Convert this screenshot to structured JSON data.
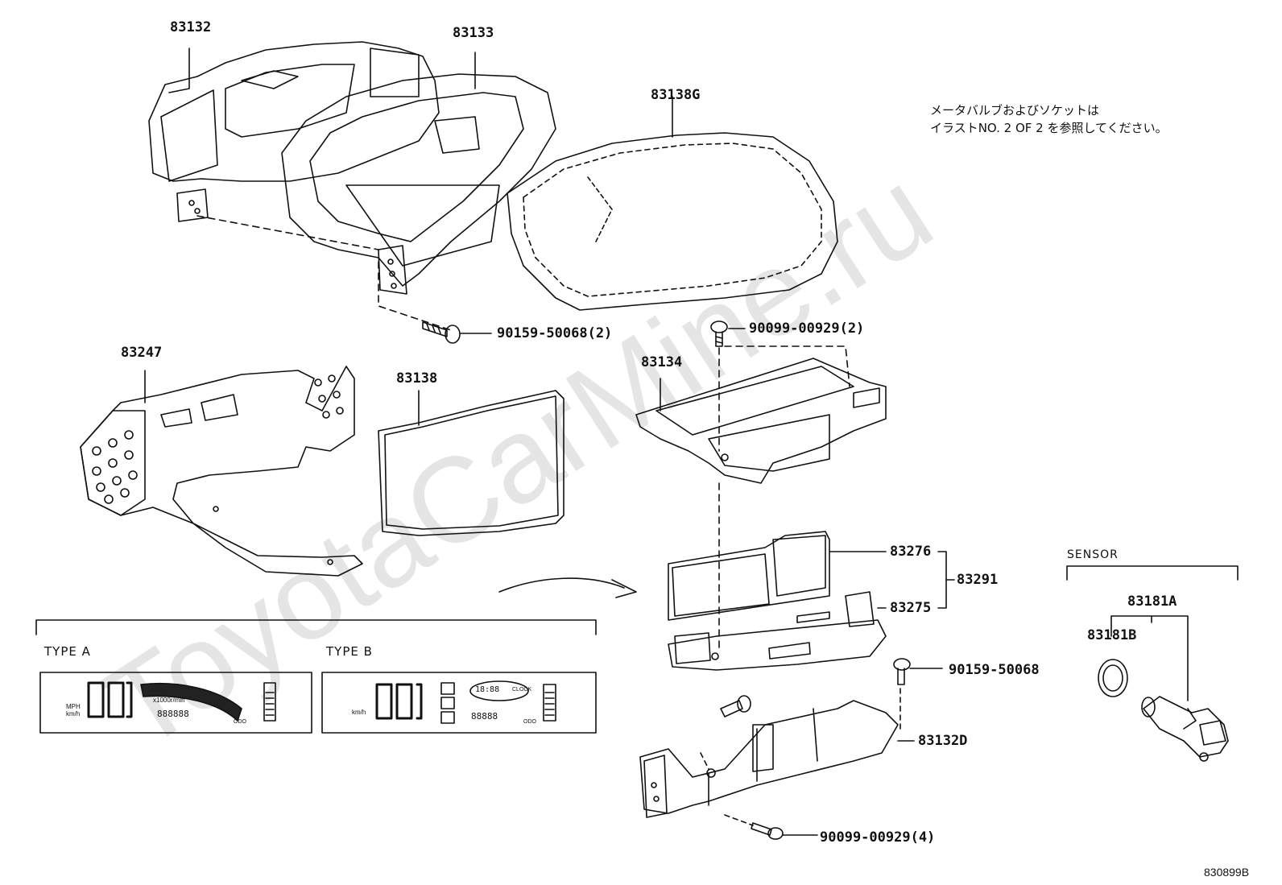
{
  "watermark": "ToyotaCarMine.ru",
  "note": {
    "line1": "メータバルブおよびソケットは",
    "line2": "イラストNO. 2  OF  2  を参照してください。"
  },
  "parts": {
    "p83132": "83132",
    "p83133": "83133",
    "p83138G": "83138G",
    "p83247": "83247",
    "p83138": "83138",
    "p83134": "83134",
    "p90159a": "90159-50068(2)",
    "p90099a": "90099-00929(2)",
    "p83276": "83276",
    "p83291": "83291",
    "p83275": "83275",
    "p90159b": "90159-50068",
    "p83132D": "83132D",
    "p90099b": "90099-00929(4)",
    "p83181A": "83181A",
    "p83181B": "83181B"
  },
  "sensor_label": "SENSOR",
  "type_a": {
    "label": "TYPE A",
    "digits": "88",
    "units": "MPH km/h",
    "scale": "x1000r/min",
    "odo": "888888",
    "odo_lbl": "ODO"
  },
  "type_b": {
    "label": "TYPE B",
    "digits": "88",
    "units": "km/h",
    "clock": "CLOCK",
    "clock_digits": "18:88",
    "odo": "88888",
    "odo_lbl": "ODO"
  },
  "ref_code": "830899B"
}
